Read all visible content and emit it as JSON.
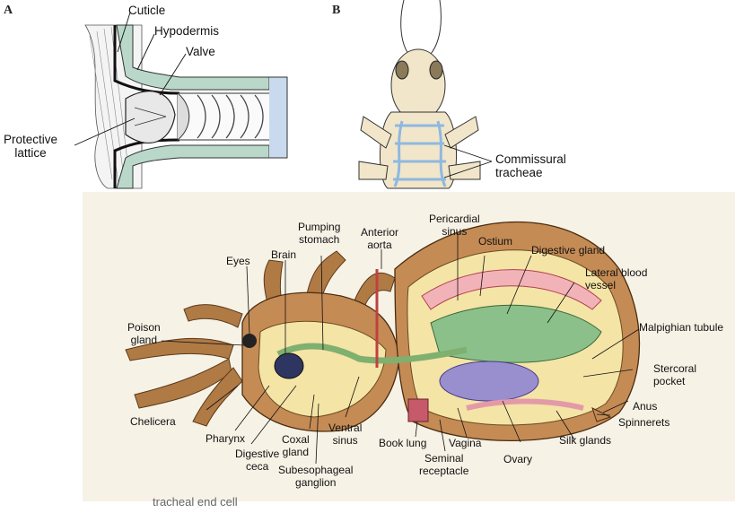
{
  "panel_a": {
    "letter": "A",
    "labels": {
      "cuticle": "Cuticle",
      "hypodermis": "Hypodermis",
      "valve": "Valve",
      "protective_lattice": "Protective\nlattice"
    }
  },
  "panel_b": {
    "letter": "B",
    "labels": {
      "commissural_tracheae": "Commissural\ntracheae"
    }
  },
  "panel_c": {
    "labels": {
      "eyes": "Eyes",
      "brain": "Brain",
      "pumping_stomach": "Pumping\nstomach",
      "anterior_aorta": "Anterior\naorta",
      "pericardial_sinus": "Pericardial\nsinus",
      "ostium": "Ostium",
      "digestive_gland": "Digestive gland",
      "lateral_blood_vessel": "Lateral blood\nvessel",
      "poison_gland": "Poison\ngland",
      "malpighian_tubule": "Malpighian tubule",
      "stercoral_pocket": "Stercoral\npocket",
      "anus": "Anus",
      "spinnerets": "Spinnerets",
      "silk_glands": "Silk glands",
      "chelicera": "Chelicera",
      "pharynx": "Pharynx",
      "digestive_ceca": "Digestive\nceca",
      "coxal_gland": "Coxal\ngland",
      "ventral_sinus": "Ventral\nsinus",
      "book_lung": "Book lung",
      "vagina": "Vagina",
      "ovary": "Ovary",
      "seminal_receptacle": "Seminal\nreceptacle",
      "subesophageal_ganglion": "Subesophageal\nganglion"
    }
  },
  "footer_text": "tracheal end cell",
  "colors": {
    "hemolymph_cavity": "#f4e4a6",
    "cuticle_green": "#b9d8c9",
    "trachea_blue": "#8fb8e0",
    "digestive_green": "#8cc08a",
    "ovary_purple": "#9a8fce",
    "silk_pink": "#e39aa8",
    "body_brown": "#b07a45",
    "panel_c_bg": "#f7f2e6"
  }
}
